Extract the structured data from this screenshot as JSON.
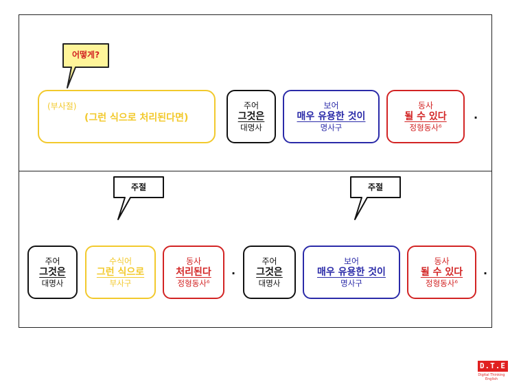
{
  "top": {
    "callout": "어떻게?",
    "clause": {
      "tag": "(부사절)",
      "content": "(그런 식으로 처리된다면)"
    },
    "boxes": [
      {
        "role": "주어",
        "word": "그것은",
        "pos": "대명사"
      },
      {
        "role": "보어",
        "word": "매우 유용한 것이",
        "pos": "명사구"
      },
      {
        "role": "동사",
        "word": "될 수 있다",
        "pos": "정형동사⁶"
      }
    ],
    "end_mark": "."
  },
  "bottom": {
    "left_callout": "주절",
    "right_callout": "주절",
    "left_boxes": [
      {
        "role": "주어",
        "word": "그것은",
        "pos": "대명사"
      },
      {
        "role": "수식어",
        "word": "그런 식으로",
        "pos": "부사구"
      },
      {
        "role": "동사",
        "word": "처리된다",
        "pos": "정형동사⁶"
      }
    ],
    "right_boxes": [
      {
        "role": "주어",
        "word": "그것은",
        "pos": "대명사"
      },
      {
        "role": "보어",
        "word": "매우 유용한 것이",
        "pos": "명사구"
      },
      {
        "role": "동사",
        "word": "될 수 있다",
        "pos": "정형동사⁶"
      }
    ],
    "mid_mark": ".",
    "end_mark": "."
  },
  "logo": {
    "mark": "D.T.E",
    "sub": "Digital Thinking English"
  },
  "colors": {
    "black": "#111111",
    "blue": "#2a2aa8",
    "red": "#d22323",
    "yellow": "#f2c92c"
  }
}
